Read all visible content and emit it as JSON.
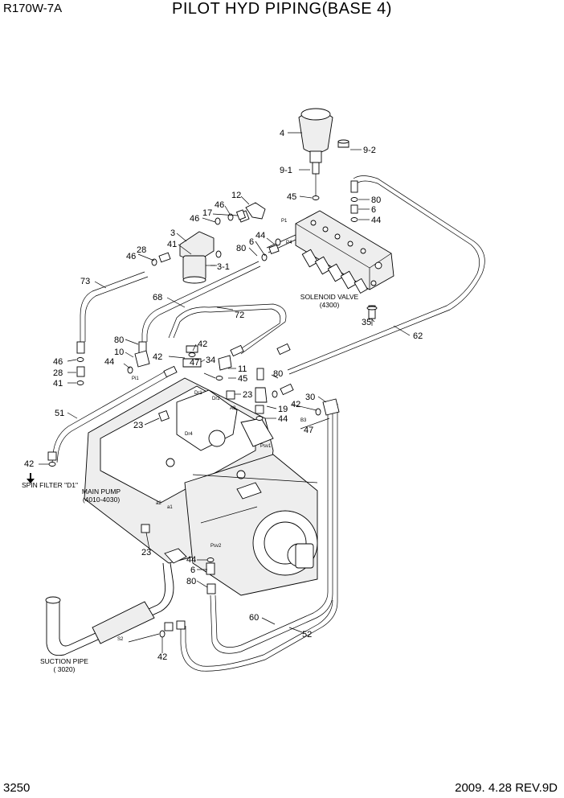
{
  "header": {
    "model": "R170W-7A",
    "title": "PILOT HYD PIPING(BASE 4)"
  },
  "footer": {
    "page_number": "3250",
    "date_revision": "2009. 4.28  REV.9D"
  },
  "captions": {
    "solenoid_valve": [
      "SOLENOID VALVE",
      "(4300)"
    ],
    "main_pump": [
      "MAIN PUMP",
      "(4010-4030)"
    ],
    "suction_pipe": [
      "SUCTION PIPE",
      "( 3020)"
    ],
    "spin_filter": "SPIN FILTER \"D1\""
  },
  "callouts": {
    "c_4": "4",
    "c_9_2": "9-2",
    "c_9_1": "9-1",
    "c_45a": "45",
    "c_80a": "80",
    "c_6a": "6",
    "c_44a": "44",
    "c_12": "12",
    "c_46a": "46",
    "c_17": "17",
    "c_46b": "46",
    "c_3": "3",
    "c_41a": "41",
    "c_28a": "28",
    "c_46c": "46",
    "c_3_1": "3-1",
    "c_80b": "80",
    "c_6b": "6",
    "c_44b": "44",
    "c_73": "73",
    "c_68": "68",
    "c_72": "72",
    "c_35": "35",
    "c_62": "62",
    "c_80c": "80",
    "c_42a": "42",
    "c_10": "10",
    "c_42b": "42",
    "c_34": "34",
    "c_44c": "44",
    "c_46d": "46",
    "c_28b": "28",
    "c_41b": "41",
    "c_11": "11",
    "c_47a": "47",
    "c_45b": "45",
    "c_80d": "80",
    "c_23a": "23",
    "c_19": "19",
    "c_42c": "42",
    "c_30": "30",
    "c_44d": "44",
    "c_47b": "47",
    "c_51": "51",
    "c_23b": "23",
    "c_42d": "42",
    "c_23c": "23",
    "c_44e": "44",
    "c_6c": "6",
    "c_80e": "80",
    "c_60": "60",
    "c_52": "52",
    "c_42e": "42"
  },
  "port_labels": {
    "p_p1": "P1",
    "p_p4": "P4",
    "p_pi1": "Pi1",
    "p_dr1": "Dr1",
    "p_dr2": "Dr2",
    "p_a3": "A3",
    "p_b3": "B3",
    "p_dr4": "Dr4",
    "p_psv1": "Psv1",
    "p_a2": "a2",
    "p_a1": "a1",
    "p_psv2": "Psv2",
    "p_s2": "S2"
  }
}
